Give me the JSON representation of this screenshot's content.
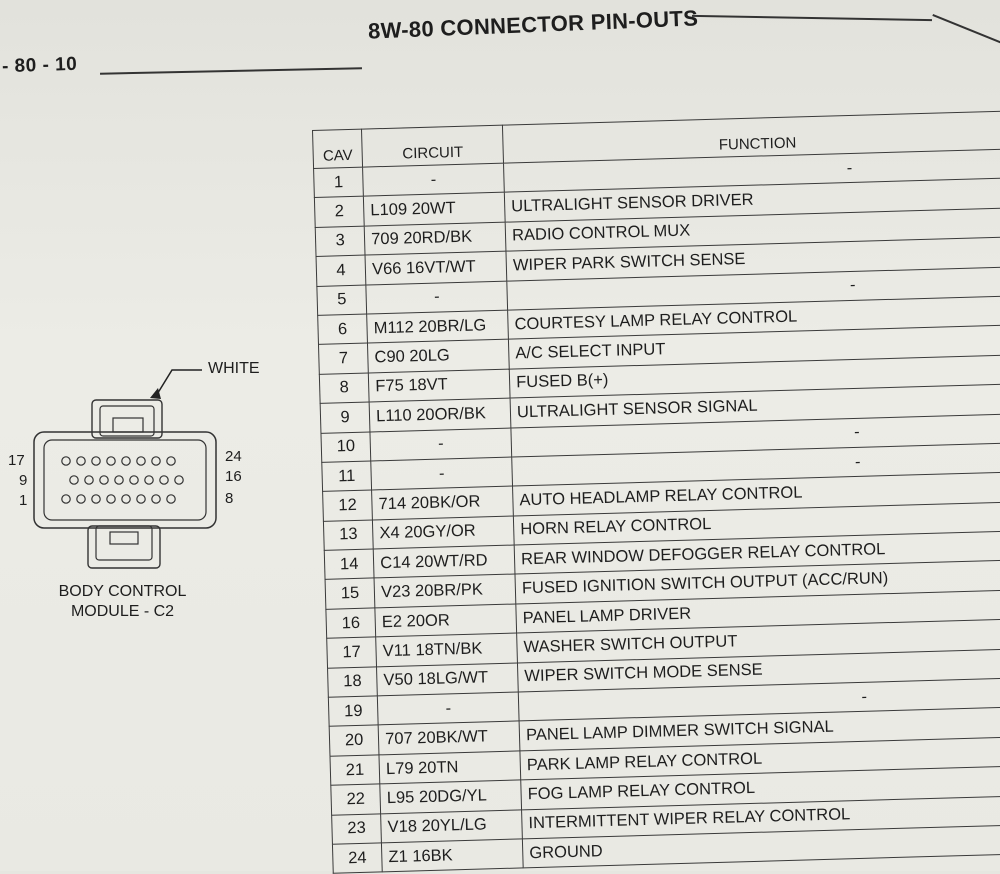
{
  "page": {
    "page_number": "- 80 - 10",
    "title": "8W-80 CONNECTOR PIN-OUTS"
  },
  "connector": {
    "color_label": "WHITE",
    "pin_labels": {
      "top_left": "17",
      "mid_left": "9",
      "bottom_left": "1",
      "top_right": "24",
      "mid_right": "16",
      "bottom_right": "8"
    },
    "module_line1": "BODY CONTROL",
    "module_line2": "MODULE - C2"
  },
  "table": {
    "headers": {
      "cav": "CAV",
      "circuit": "CIRCUIT",
      "function": "FUNCTION"
    },
    "rows": [
      {
        "cav": "1",
        "circuit": "-",
        "function": "-"
      },
      {
        "cav": "2",
        "circuit": "L109 20WT",
        "function": "ULTRALIGHT SENSOR DRIVER"
      },
      {
        "cav": "3",
        "circuit": "709 20RD/BK",
        "function": "RADIO CONTROL MUX"
      },
      {
        "cav": "4",
        "circuit": "V66 16VT/WT",
        "function": "WIPER PARK SWITCH SENSE"
      },
      {
        "cav": "5",
        "circuit": "-",
        "function": "-"
      },
      {
        "cav": "6",
        "circuit": "M112 20BR/LG",
        "function": "COURTESY LAMP RELAY CONTROL"
      },
      {
        "cav": "7",
        "circuit": "C90 20LG",
        "function": "A/C SELECT INPUT"
      },
      {
        "cav": "8",
        "circuit": "F75 18VT",
        "function": "FUSED B(+)"
      },
      {
        "cav": "9",
        "circuit": "L110 20OR/BK",
        "function": "ULTRALIGHT SENSOR SIGNAL"
      },
      {
        "cav": "10",
        "circuit": "-",
        "function": "-"
      },
      {
        "cav": "11",
        "circuit": "-",
        "function": "-"
      },
      {
        "cav": "12",
        "circuit": "714 20BK/OR",
        "function": "AUTO HEADLAMP RELAY CONTROL"
      },
      {
        "cav": "13",
        "circuit": "X4 20GY/OR",
        "function": "HORN RELAY CONTROL"
      },
      {
        "cav": "14",
        "circuit": "C14 20WT/RD",
        "function": "REAR WINDOW DEFOGGER RELAY CONTROL"
      },
      {
        "cav": "15",
        "circuit": "V23 20BR/PK",
        "function": "FUSED IGNITION SWITCH OUTPUT (ACC/RUN)"
      },
      {
        "cav": "16",
        "circuit": "E2 20OR",
        "function": "PANEL LAMP DRIVER"
      },
      {
        "cav": "17",
        "circuit": "V11 18TN/BK",
        "function": "WASHER SWITCH OUTPUT"
      },
      {
        "cav": "18",
        "circuit": "V50 18LG/WT",
        "function": "WIPER SWITCH MODE SENSE"
      },
      {
        "cav": "19",
        "circuit": "-",
        "function": "-"
      },
      {
        "cav": "20",
        "circuit": "707 20BK/WT",
        "function": "PANEL LAMP DIMMER SWITCH SIGNAL"
      },
      {
        "cav": "21",
        "circuit": "L79 20TN",
        "function": "PARK LAMP RELAY CONTROL"
      },
      {
        "cav": "22",
        "circuit": "L95 20DG/YL",
        "function": "FOG LAMP RELAY CONTROL"
      },
      {
        "cav": "23",
        "circuit": "V18 20YL/LG",
        "function": "INTERMITTENT WIPER RELAY CONTROL"
      },
      {
        "cav": "24",
        "circuit": "Z1 16BK",
        "function": "GROUND"
      }
    ]
  }
}
